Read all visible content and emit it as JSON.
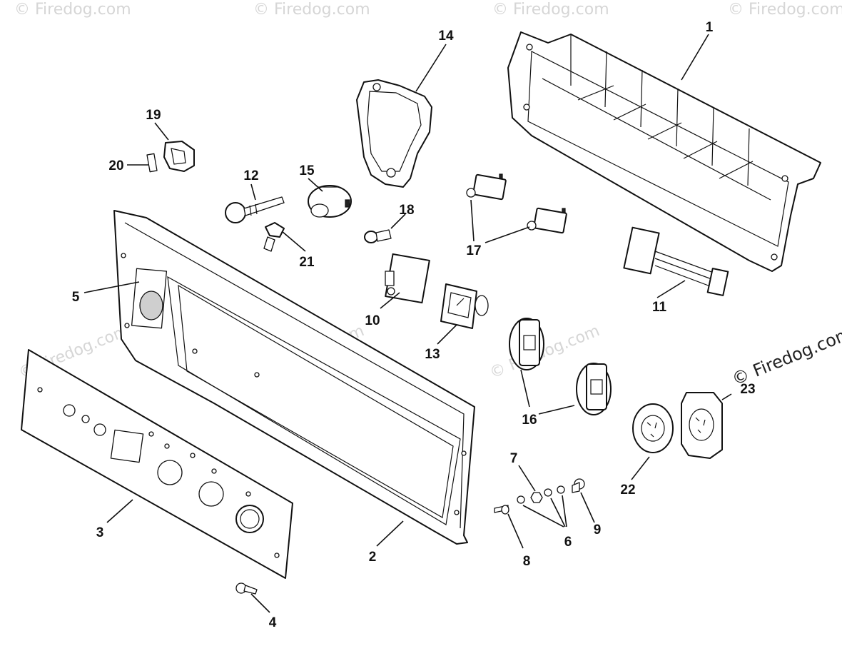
{
  "watermark": {
    "text": "© Firedog.com",
    "main_text": "© Firedog.com"
  },
  "callouts": {
    "c1": "1",
    "c2": "2",
    "c3": "3",
    "c4": "4",
    "c5": "5",
    "c6": "6",
    "c7": "7",
    "c8": "8",
    "c9": "9",
    "c10": "10",
    "c11": "11",
    "c12": "12",
    "c13": "13",
    "c14": "14",
    "c15": "15",
    "c16": "16",
    "c17": "17",
    "c18": "18",
    "c19": "19",
    "c20": "20",
    "c21": "21",
    "c22": "22",
    "c23": "23"
  }
}
